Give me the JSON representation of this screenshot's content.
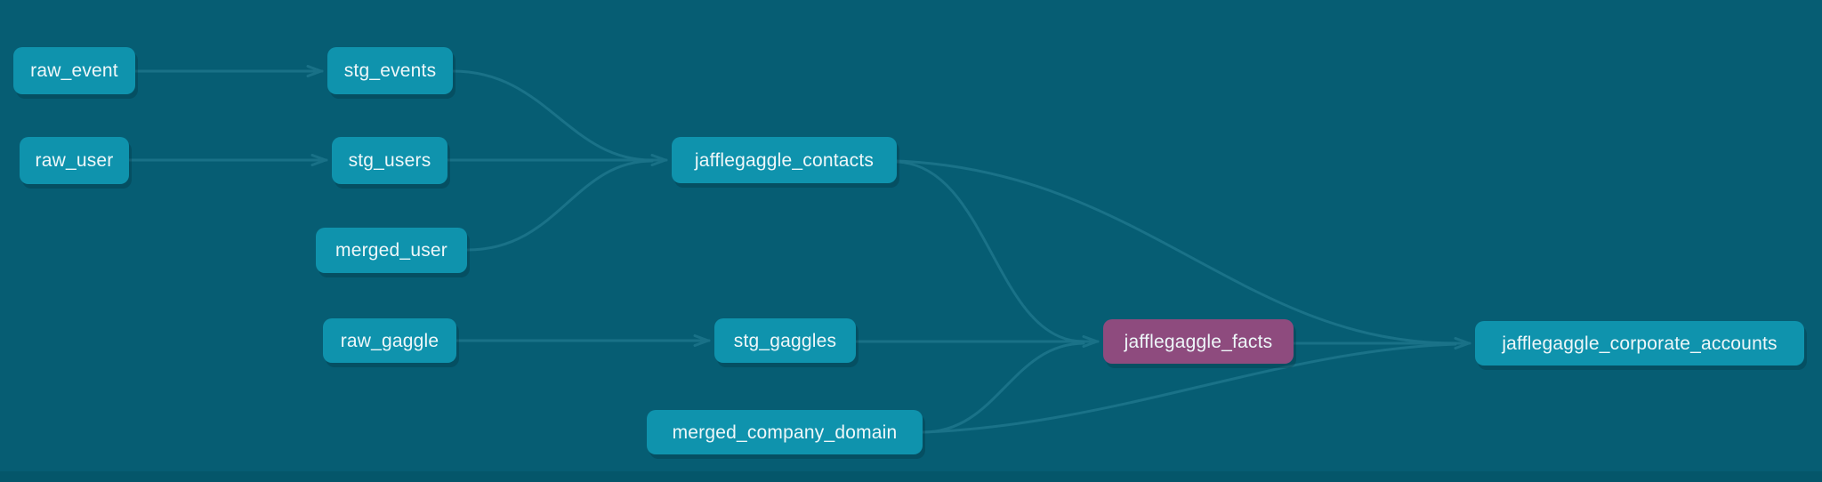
{
  "app": "data lineage graph",
  "colors": {
    "background": "#065d73",
    "node_teal": "#0f93ad",
    "node_highlight_purple": "#8e4b7e",
    "edge": "#1b7389",
    "node_text": "#eef7f9",
    "footer_strip": "#04566a"
  },
  "nodes": [
    {
      "id": "raw_event",
      "label": "raw_event",
      "type": "teal"
    },
    {
      "id": "stg_events",
      "label": "stg_events",
      "type": "teal"
    },
    {
      "id": "raw_user",
      "label": "raw_user",
      "type": "teal"
    },
    {
      "id": "stg_users",
      "label": "stg_users",
      "type": "teal"
    },
    {
      "id": "merged_user",
      "label": "merged_user",
      "type": "teal"
    },
    {
      "id": "jafflegaggle_contacts",
      "label": "jafflegaggle_contacts",
      "type": "teal"
    },
    {
      "id": "raw_gaggle",
      "label": "raw_gaggle",
      "type": "teal"
    },
    {
      "id": "stg_gaggles",
      "label": "stg_gaggles",
      "type": "teal"
    },
    {
      "id": "merged_company_domain",
      "label": "merged_company_domain",
      "type": "teal"
    },
    {
      "id": "jafflegaggle_facts",
      "label": "jafflegaggle_facts",
      "type": "purple"
    },
    {
      "id": "jafflegaggle_corporate_accounts",
      "label": "jafflegaggle_corporate_accounts",
      "type": "teal"
    }
  ],
  "edges": [
    {
      "from": "raw_event",
      "to": "stg_events"
    },
    {
      "from": "raw_user",
      "to": "stg_users"
    },
    {
      "from": "stg_events",
      "to": "jafflegaggle_contacts"
    },
    {
      "from": "stg_users",
      "to": "jafflegaggle_contacts"
    },
    {
      "from": "merged_user",
      "to": "jafflegaggle_contacts"
    },
    {
      "from": "raw_gaggle",
      "to": "stg_gaggles"
    },
    {
      "from": "stg_gaggles",
      "to": "jafflegaggle_facts"
    },
    {
      "from": "jafflegaggle_contacts",
      "to": "jafflegaggle_facts"
    },
    {
      "from": "merged_company_domain",
      "to": "jafflegaggle_facts"
    },
    {
      "from": "jafflegaggle_facts",
      "to": "jafflegaggle_corporate_accounts"
    },
    {
      "from": "jafflegaggle_contacts",
      "to": "jafflegaggle_corporate_accounts"
    },
    {
      "from": "merged_company_domain",
      "to": "jafflegaggle_corporate_accounts"
    }
  ]
}
